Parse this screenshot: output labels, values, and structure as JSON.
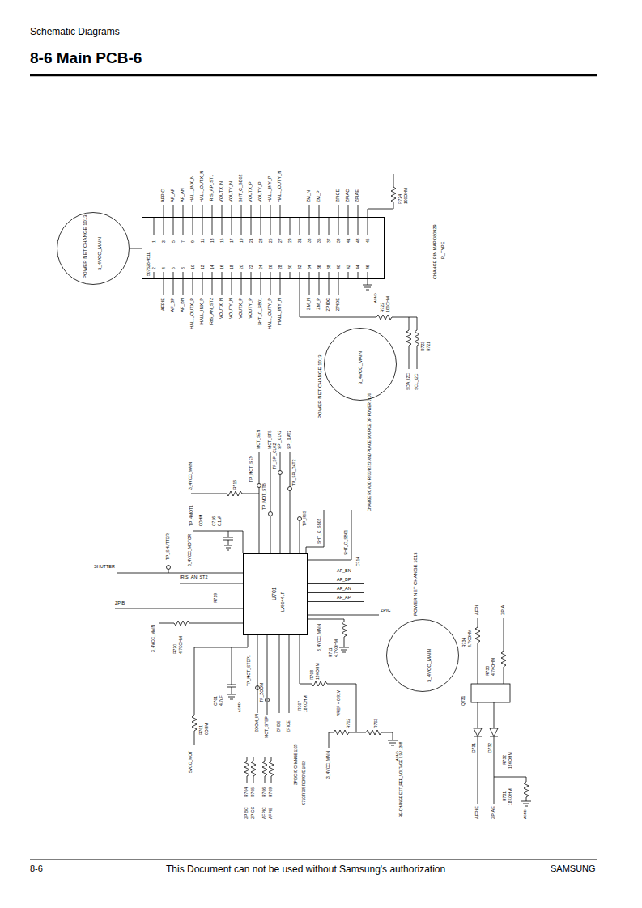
{
  "diagram": {
    "title": "8-6 Main PCB-6",
    "nodes": [
      {
        "text": [
          "POWER NET CHANGE 1013",
          "3_4VCC_MAIN"
        ]
      },
      {
        "text": [
          "507628-4511"
        ]
      },
      {
        "text": [
          "POWER NET CHANGE 1013",
          "3_4VCC_MAIN"
        ]
      },
      {
        "text": [
          "U701",
          "LV8044LP"
        ]
      },
      {
        "text": [
          "POWER NET CHANGE 1013",
          "3_4VCC_MAIN"
        ]
      }
    ],
    "edges": [
      {
        "from": 0,
        "to": 1,
        "arrow": "none"
      }
    ],
    "labels": [
      "Schematic Diagrams",
      "8-6",
      "This Document can not be used without Samsung's authorization",
      "SAMSUNG",
      "1",
      "2",
      "3",
      "4",
      "5",
      "6",
      "7",
      "8",
      "9",
      "10",
      "11",
      "12",
      "13",
      "14",
      "15",
      "16",
      "17",
      "18",
      "19",
      "20",
      "21",
      "22",
      "23",
      "24",
      "25",
      "26",
      "27",
      "28",
      "29",
      "30",
      "31",
      "32",
      "33",
      "34",
      "35",
      "36",
      "37",
      "38",
      "39",
      "40",
      "41",
      "42",
      "43",
      "44",
      "45",
      "46",
      "AFPIC",
      "AF_AP",
      "AF_AN",
      "HALL_INX_N",
      "HALL_OUTX_N",
      "IRIS_AP_ST1",
      "VOUTX_N",
      "VOUTY_N",
      "SHT_C_SB02",
      "VOUTX_P",
      "VOUTY_P",
      "HALL_INY_P",
      "HALL_OUTY_N",
      "ZM_N",
      "ZM_P",
      "ZPICE",
      "ZPIAC",
      "ZPIAE",
      "AFPIE",
      "AF_BP",
      "AF_BN",
      "HALL_OUTX_P",
      "HALL_INX_P",
      "IRIS_AN_ST2",
      "VOUTX_N",
      "VOUTY_N",
      "VOUTX_P",
      "VOUTY_P",
      "SHT_C_SB01",
      "HALL_OUTY_P",
      "HALL_INY_N",
      "ZM_N",
      "ZM_P",
      "ZPIDC",
      "ZPIDE",
      "R724",
      "100OHM",
      "R722",
      "100OHM",
      "R723",
      "R721",
      "SDA_I2C",
      "SCL_I2C",
      "AGND",
      "CHANGE PIN MAP 080929",
      "R_TYPE",
      "CHANGE RC ADD R700/R723 AND PLACE SOURCE OR POWER 0106",
      "MOT_SEN",
      "MOT_STB",
      "SPI_CLK2",
      "SPI_DAT2",
      "TP_MOT_SEN",
      "TP_MOT_STB",
      "TP_SPI_CLK2",
      "TP_SPI_DAT2",
      "TP_IRIS",
      "SHT_C_SB02",
      "SHT_C_SB01",
      "C714",
      "3_4VCC_MAIN",
      "R716",
      "TP_4MOT1",
      "0OHM",
      "C716",
      "0.1uF",
      "3_4VCC_MOTOR",
      "TP_SHUTTER",
      "SHUTTER",
      "IRIS_AN_ST2",
      "R719",
      "ZPIB",
      "3_4VCC_MAIN",
      "R720",
      "4.7KOHM",
      "AF_BN",
      "AF_BP",
      "AF_AN",
      "AF_AP",
      "ZPIC",
      "3_4VCC_MAIN",
      "R711",
      "4.7KOHM",
      "C701",
      "4.7uF",
      "AGND",
      "R701",
      "0OHM",
      "5VCC_MOT",
      "TP_MOT_STEP1",
      "TP_ZOOM",
      "ZOOM_IN",
      "MOT_STEP",
      "ZPIBE",
      "ZPICE",
      "ZPIBC IC CHANGE 1105",
      "R707",
      "18KOHM",
      "R708",
      "18KOHM",
      "VREF = 0.91V",
      "R702",
      "R703",
      "3_4VCC_MAIN",
      "C710/R705 REMOVE 1002",
      "RE-CHANGE EXT_REF_VOLTAGE 0.9V 1208",
      "AGND",
      "R704",
      "ZPIBC",
      "R705",
      "ZPICC",
      "R706",
      "AFPIC",
      "R709",
      "AFPIE",
      "AFPI",
      "ZPIA",
      "R734",
      "4.7KOHM",
      "R733",
      "4.7KOHM",
      "Q731",
      "D731",
      "D732",
      "R732",
      "18KOHM",
      "R731",
      "18KOHM",
      "AGND",
      "AFPIE",
      "ZPIAE"
    ]
  }
}
